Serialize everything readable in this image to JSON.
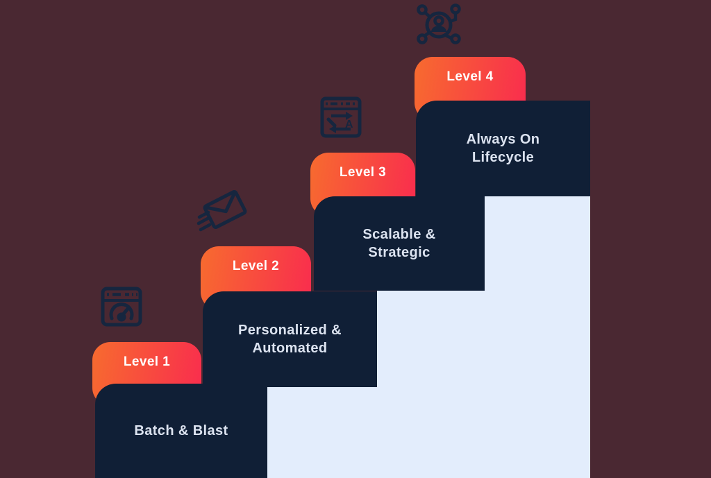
{
  "diagram": {
    "type": "maturity-staircase",
    "levels": [
      {
        "tab": "Level 1",
        "label": "Batch & Blast",
        "icon": "speedometer-browser-icon"
      },
      {
        "tab": "Level 2",
        "label": "Personalized & Automated",
        "icon": "sending-email-icon"
      },
      {
        "tab": "Level 3",
        "label": "Scalable & Strategic",
        "icon": "content-cycle-browser-icon"
      },
      {
        "tab": "Level 4",
        "label": "Always On Lifecycle",
        "icon": "connected-user-network-icon"
      }
    ]
  },
  "colors": {
    "background": "#4A2832",
    "step_box": "#101F36",
    "staircase_fill": "#E3EDFC",
    "tab_gradient_start": "#F76B2F",
    "tab_gradient_end": "#F92C4E",
    "tab_text": "#FFFFFF",
    "box_text": "#DCE3F0",
    "icon": "#16263F"
  }
}
